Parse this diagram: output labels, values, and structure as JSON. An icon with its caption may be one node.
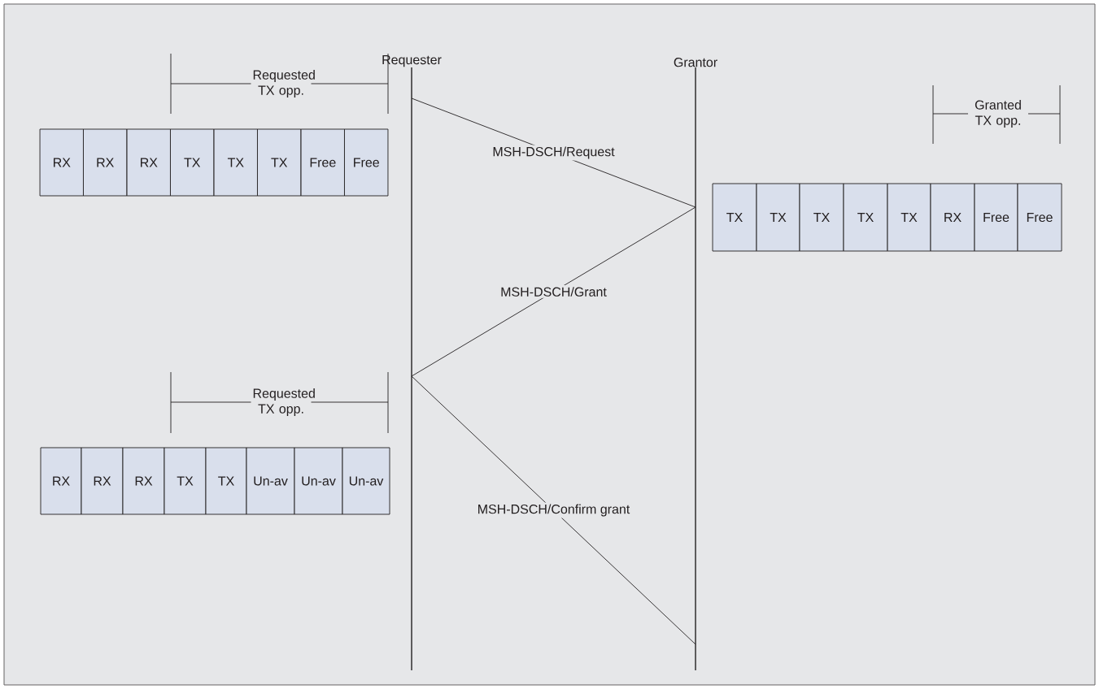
{
  "diagram": {
    "nodes": [
      {
        "text": [
          "Requester"
        ]
      },
      {
        "text": [
          "Grantor"
        ]
      },
      {
        "text": [
          "RX"
        ]
      },
      {
        "text": [
          "RX"
        ]
      },
      {
        "text": [
          "RX"
        ]
      },
      {
        "text": [
          "TX"
        ]
      },
      {
        "text": [
          "TX"
        ]
      },
      {
        "text": [
          "TX"
        ]
      },
      {
        "text": [
          "Free"
        ]
      },
      {
        "text": [
          "Free"
        ]
      },
      {
        "text": [
          "TX"
        ]
      },
      {
        "text": [
          "TX"
        ]
      },
      {
        "text": [
          "TX"
        ]
      },
      {
        "text": [
          "TX"
        ]
      },
      {
        "text": [
          "TX"
        ]
      },
      {
        "text": [
          "RX"
        ]
      },
      {
        "text": [
          "Free"
        ]
      },
      {
        "text": [
          "Free"
        ]
      },
      {
        "text": [
          "RX"
        ]
      },
      {
        "text": [
          "RX"
        ]
      },
      {
        "text": [
          "RX"
        ]
      },
      {
        "text": [
          "TX"
        ]
      },
      {
        "text": [
          "TX"
        ]
      },
      {
        "text": [
          "Un-av"
        ]
      },
      {
        "text": [
          "Un-av"
        ]
      },
      {
        "text": [
          "Un-av"
        ]
      }
    ],
    "edges": [
      {
        "from": 0,
        "to": 1,
        "arrow": "none",
        "label": "MSH-DSCH/Request"
      },
      {
        "from": 1,
        "to": 0,
        "arrow": "none",
        "label": "MSH-DSCH/Grant"
      },
      {
        "from": 0,
        "to": 1,
        "arrow": "none",
        "label": "MSH-DSCH/Confirm grant"
      }
    ],
    "labels": [
      "Requested TX opp.",
      "Granted TX opp.",
      "Requested TX opp."
    ]
  }
}
